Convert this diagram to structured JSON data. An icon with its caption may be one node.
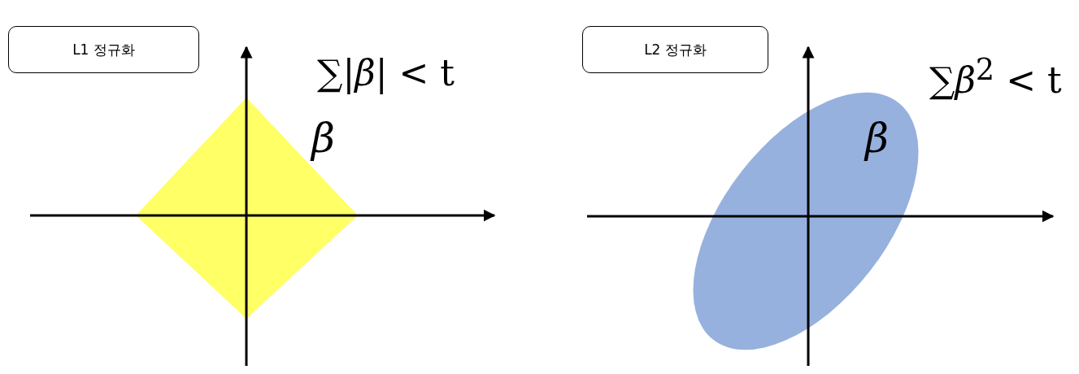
{
  "diagram": {
    "nodes": [
      {
        "text": [
          "L1 정규화"
        ]
      },
      {
        "text": [
          "L2 정규화"
        ]
      }
    ],
    "labels": [
      "∑|*β*| < t",
      "β",
      "∑*β*$^{2}$ < t",
      "β"
    ]
  }
}
